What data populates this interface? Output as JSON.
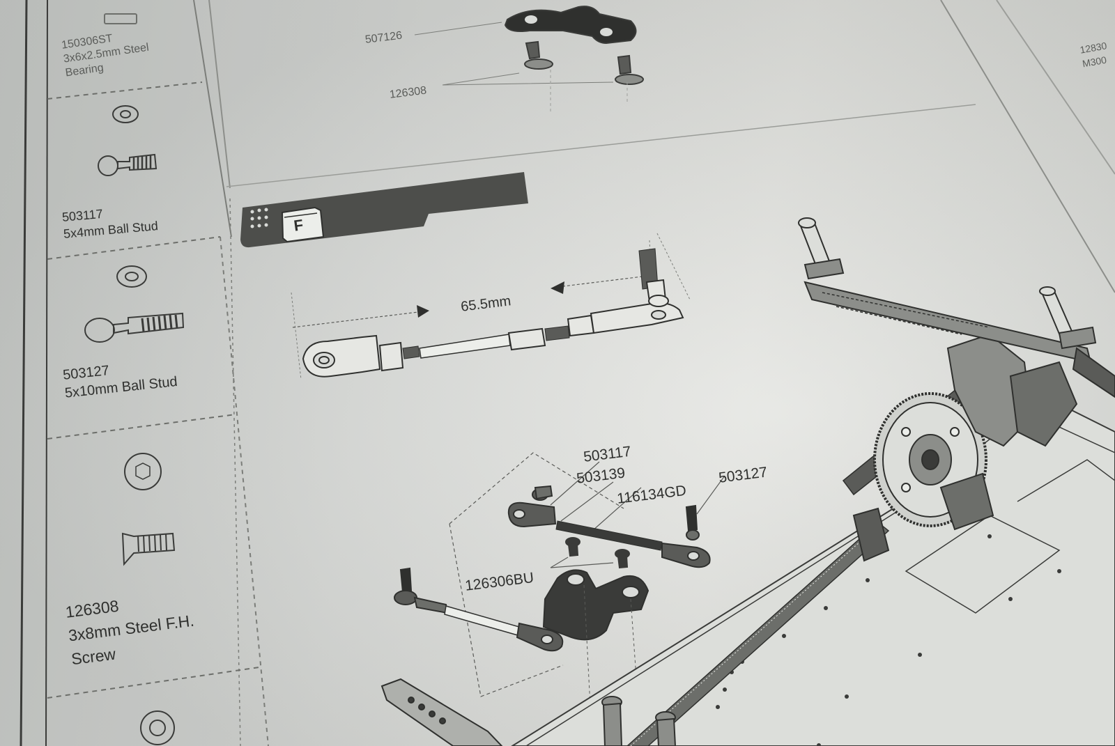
{
  "parts_list": [
    {
      "part_no": "150306ST",
      "lines": [
        "3x6x2.5mm Steel",
        "Bearing"
      ],
      "icon": "bearing-icon"
    },
    {
      "part_no": "503117",
      "lines": [
        "5x4mm Ball Stud"
      ],
      "icon": "ball-stud-icon"
    },
    {
      "part_no": "503127",
      "lines": [
        "5x10mm Ball Stud"
      ],
      "icon": "ball-stud-icon"
    },
    {
      "part_no": "126308",
      "lines": [
        "3x8mm Steel F.H.",
        "Screw"
      ],
      "icon": "flat-head-screw-icon"
    }
  ],
  "top_step": {
    "labels": [
      "507126",
      "126308"
    ]
  },
  "step_f": {
    "bag_letter": "F",
    "dimension": "65.5mm",
    "callouts": [
      "503117",
      "503139",
      "116134GD",
      "503127",
      "126306BU"
    ]
  },
  "edge_text": [
    "12830",
    "M300"
  ],
  "colors": {
    "ink": "#2f302e",
    "paper": "#dcdeda",
    "banner": "#4d4e4b"
  }
}
